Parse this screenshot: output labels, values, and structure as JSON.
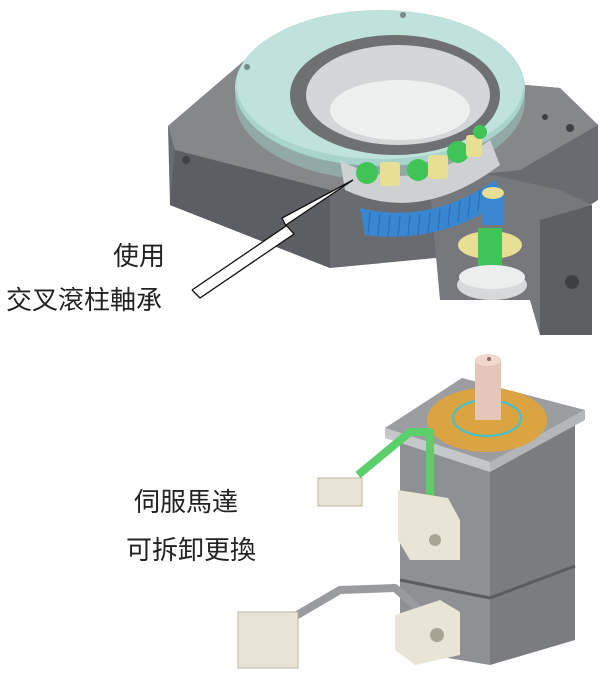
{
  "figure": {
    "top_component": {
      "name": "rotary table with crossed roller bearing and gear",
      "callout": {
        "line1": "使用",
        "line2": "交叉滾柱軸承"
      }
    },
    "bottom_component": {
      "name": "servo motor",
      "callout": {
        "line1": "伺服馬達",
        "line2": "可拆卸更換"
      }
    },
    "colors": {
      "housing_gray": "#6e6f73",
      "ring_teal": "#b7dcd6",
      "roller_green": "#3fc455",
      "roller_yellow": "#e7df93",
      "gear_blue": "#3a86d1",
      "motor_gray": "#8c8d90",
      "flange_orange": "#d9a441",
      "shaft_pink": "#e6c6b8",
      "connector_beige": "#e8e4d6",
      "cable_green": "#5bcf6a"
    }
  }
}
